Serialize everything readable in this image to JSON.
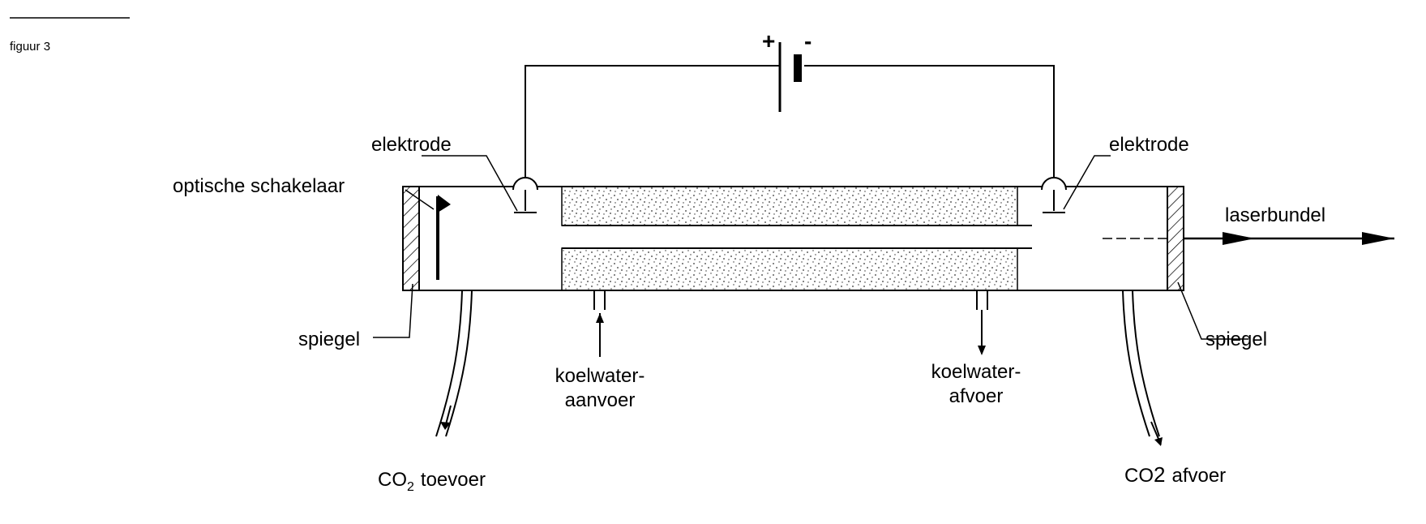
{
  "figure_label": "figuur 3",
  "battery": {
    "plus": "+",
    "minus": "-"
  },
  "labels": {
    "electrode_left": "elektrode",
    "electrode_right": "elektrode",
    "optical_switch": "optische schakelaar",
    "mirror_left": "spiegel",
    "mirror_right": "spiegel",
    "laser_beam": "laserbundel",
    "coolant_in_line1": "koelwater-",
    "coolant_in_line2": "aanvoer",
    "coolant_out_line1": "koelwater-",
    "coolant_out_line2": "afvoer",
    "co2_in_prefix": "CO",
    "co2_in_sub": "2",
    "co2_in_suffix": "toevoer",
    "co2_out_prefix": "CO",
    "co2_out_sub": "2",
    "co2_out_suffix": "afvoer"
  }
}
